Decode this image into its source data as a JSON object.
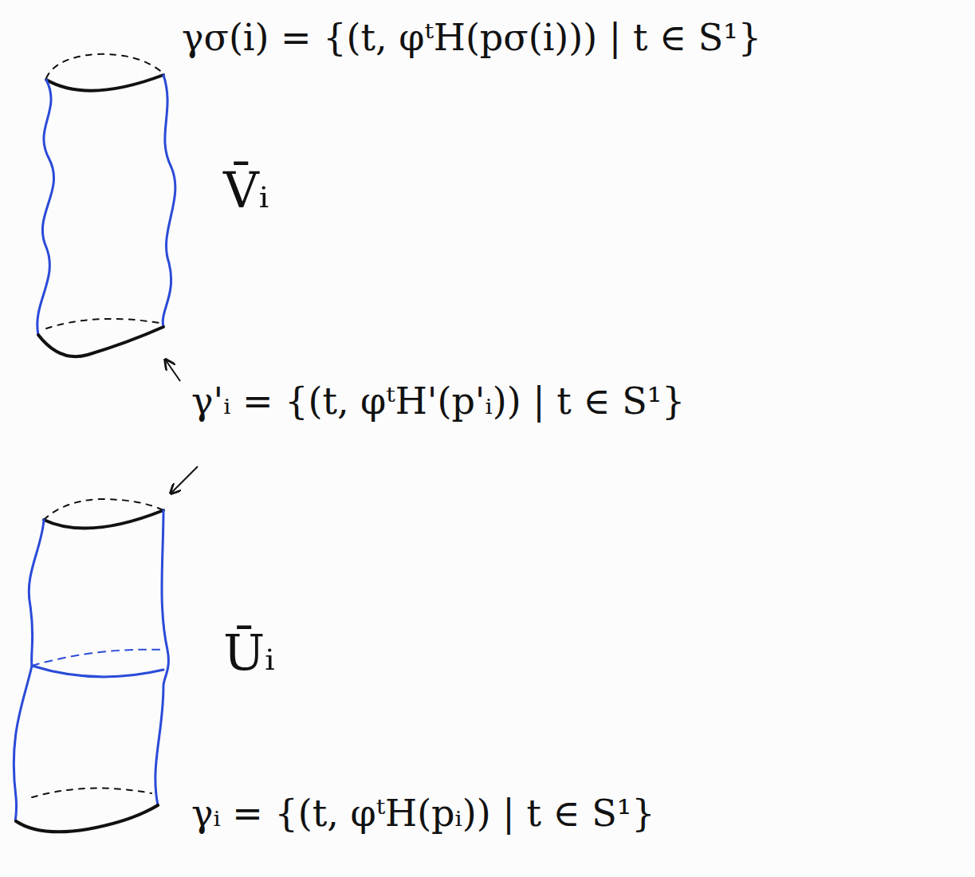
{
  "diagram": {
    "labels": [
      "γσ(i) = {(t, φᵗH(pσ(i))) | t ∈ S¹}",
      "V̄ᵢ",
      "γ'ᵢ = {(t, φᵗH'(p'ᵢ)) | t ∈ S¹}",
      "Ūᵢ",
      "γᵢ = {(t, φᵗH(pᵢ)) | t ∈ S¹}"
    ]
  }
}
